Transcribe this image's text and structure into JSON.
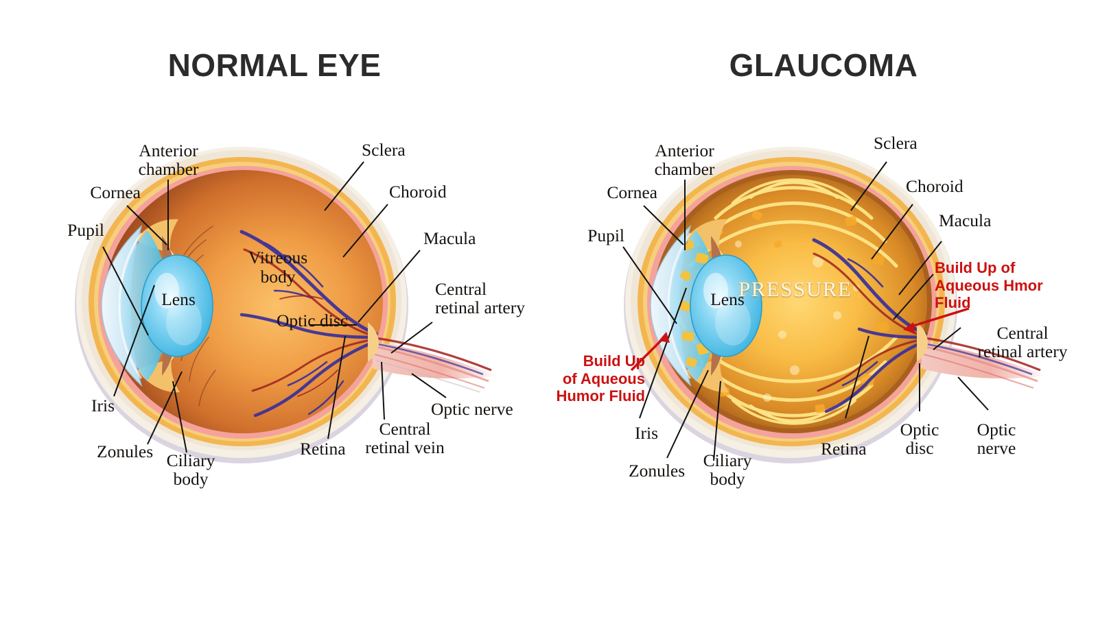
{
  "panels": [
    {
      "id": "normal",
      "title": "NORMAL EYE",
      "interior_labels": [
        {
          "name": "vitreous-body",
          "text": "Vitreous\nbody"
        },
        {
          "name": "lens",
          "text": "Lens"
        },
        {
          "name": "optic-disc",
          "text": "Optic disc"
        }
      ],
      "labels": [
        {
          "name": "cornea",
          "text": "Cornea"
        },
        {
          "name": "anterior-chamber",
          "text": "Anterior\nchamber"
        },
        {
          "name": "pupil",
          "text": "Pupil"
        },
        {
          "name": "iris",
          "text": "Iris"
        },
        {
          "name": "zonules",
          "text": "Zonules"
        },
        {
          "name": "ciliary-body",
          "text": "Ciliary\nbody"
        },
        {
          "name": "sclera",
          "text": "Sclera"
        },
        {
          "name": "choroid",
          "text": "Choroid"
        },
        {
          "name": "macula",
          "text": "Macula"
        },
        {
          "name": "central-retinal-artery",
          "text": "Central\nretinal artery"
        },
        {
          "name": "optic-nerve",
          "text": "Optic nerve"
        },
        {
          "name": "central-retinal-vein",
          "text": "Central\nretinal vein"
        },
        {
          "name": "retina",
          "text": "Retina"
        }
      ]
    },
    {
      "id": "glaucoma",
      "title": "GLAUCOMA",
      "interior_labels": [
        {
          "name": "pressure",
          "text": "PRESSURE"
        },
        {
          "name": "lens",
          "text": "Lens"
        }
      ],
      "labels": [
        {
          "name": "cornea",
          "text": "Cornea"
        },
        {
          "name": "anterior-chamber",
          "text": "Anterior\nchamber"
        },
        {
          "name": "pupil",
          "text": "Pupil"
        },
        {
          "name": "iris",
          "text": "Iris"
        },
        {
          "name": "zonules",
          "text": "Zonules"
        },
        {
          "name": "ciliary-body",
          "text": "Ciliary\nbody"
        },
        {
          "name": "sclera",
          "text": "Sclera"
        },
        {
          "name": "choroid",
          "text": "Choroid"
        },
        {
          "name": "macula",
          "text": "Macula"
        },
        {
          "name": "central-retinal-artery",
          "text": "Central\nretinal artery"
        },
        {
          "name": "optic-nerve",
          "text": "Optic\nnerve"
        },
        {
          "name": "optic-disc",
          "text": "Optic\ndisc"
        },
        {
          "name": "retina",
          "text": "Retina"
        }
      ],
      "annotations": [
        {
          "name": "build-up-left",
          "text": "Build Up\nof Aqueous\nHumor Fluid"
        },
        {
          "name": "build-up-right",
          "text": "Build Up of\nAqueous Hmor\nFluid"
        }
      ]
    }
  ],
  "colors": {
    "title": "#2b2b2b",
    "label": "#16120f",
    "annotation_red": "#cc1111",
    "sclera": "#f6efe4",
    "choroid": "#f0b84a",
    "retina": "#f4a6a0",
    "vitreous_normal": "#e08a3c",
    "vitreous_glaucoma": "#f5b battles",
    "lens": "#55c6ef",
    "cornea": "#cfe7f5",
    "optic_nerve": "#f0b0a6",
    "vessel_vein": "#3a2f9a",
    "vessel_artery": "#9b2322",
    "background": "#ffffff"
  }
}
